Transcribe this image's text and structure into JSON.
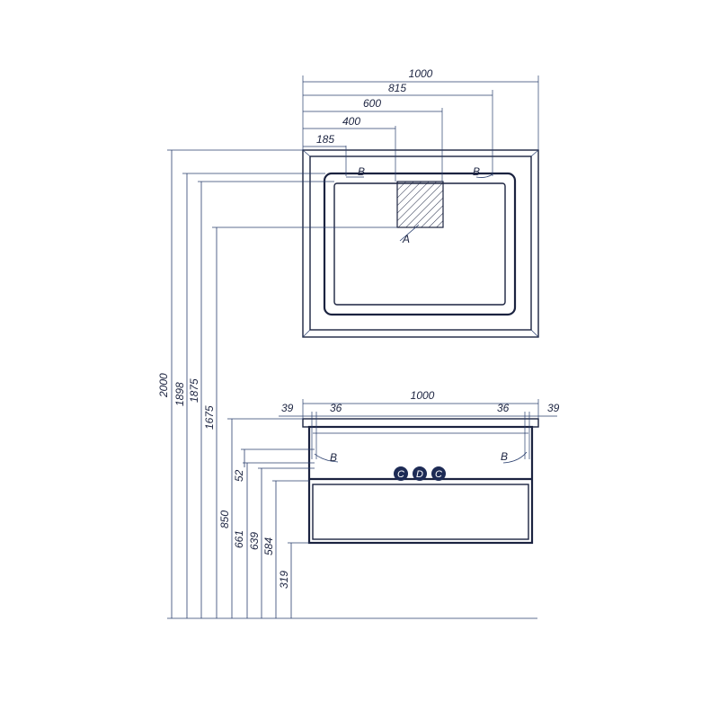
{
  "mirror_widths": [
    "1000",
    "815",
    "600",
    "400",
    "185"
  ],
  "heights": [
    "2000",
    "1898",
    "1875",
    "1675",
    "850",
    "661",
    "639",
    "584",
    "52",
    "319"
  ],
  "cabinet_widths": [
    "39",
    "36",
    "1000",
    "36",
    "39"
  ],
  "point_labels": {
    "mirror_b_left": "B",
    "mirror_b_right": "B",
    "mirror_a": "A",
    "cabinet_b_left": "B",
    "cabinet_b_right": "B"
  },
  "markers": [
    "C",
    "D",
    "C"
  ],
  "colors": {
    "line": "#1b2340",
    "dimension": "#2a3f6e",
    "marker": "#1d2b55"
  }
}
